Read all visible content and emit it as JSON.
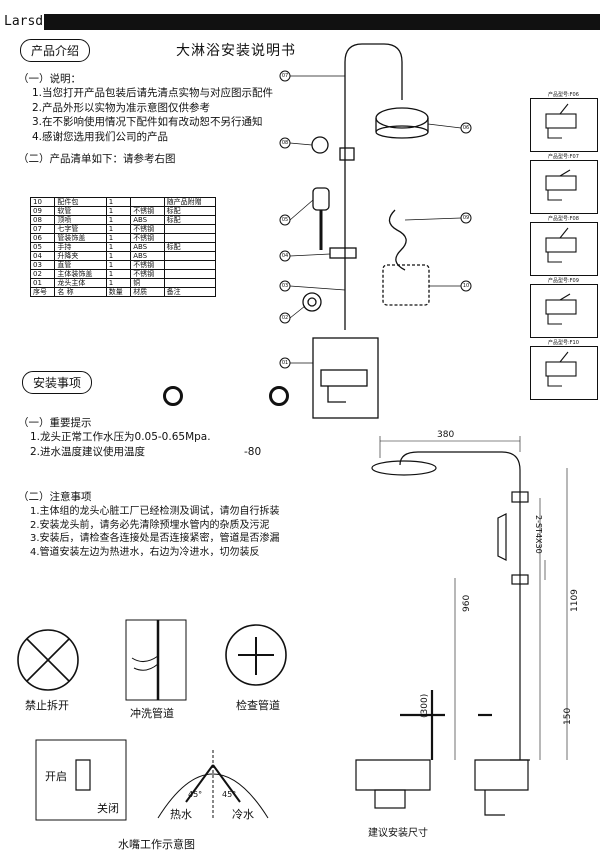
{
  "header": {
    "brand": "Larsd",
    "title": "大淋浴安装说明书"
  },
  "intro": {
    "section_label": "产品介绍",
    "notes_heading": "（一）说明：",
    "notes": [
      "1.当您打开产品包装后请先清点实物与对应图示配件",
      "2.产品外形以实物为准示意图仅供参考",
      "3.在不影响使用情况下配件如有改动恕不另行通知",
      "4.感谢您选用我们公司的产品"
    ],
    "list_heading": "（二）产品清单如下：请参考右图"
  },
  "parts_table": {
    "rows": [
      [
        "10",
        "配件包",
        "1",
        "",
        "随产品附赠"
      ],
      [
        "09",
        "软管",
        "1",
        "不锈钢",
        "标配"
      ],
      [
        "08",
        "顶喷",
        "1",
        "ABS",
        "标配"
      ],
      [
        "07",
        "七字管",
        "1",
        "不锈钢",
        ""
      ],
      [
        "06",
        "管装饰盖",
        "1",
        "不锈钢",
        ""
      ],
      [
        "05",
        "手持",
        "1",
        "ABS",
        "标配"
      ],
      [
        "04",
        "升降夹",
        "1",
        "ABS",
        ""
      ],
      [
        "03",
        "直管",
        "1",
        "不锈钢",
        ""
      ],
      [
        "02",
        "主体装饰盖",
        "1",
        "不锈钢",
        ""
      ],
      [
        "01",
        "龙头主体",
        "1",
        "铜",
        ""
      ]
    ],
    "header": [
      "序号",
      "名 称",
      "数量",
      "材质",
      "备注"
    ]
  },
  "install": {
    "section_label": "安装事项",
    "important_heading": "（一）重要提示",
    "important": [
      "1.龙头正常工作水压为0.05-0.65Mpa.",
      "2.进水温度建议使用温度"
    ],
    "temp_value": "-80",
    "notes_heading": "（二）注意事项",
    "notes": [
      "1.主体组的龙头心脏工厂已经检测及调试，请勿自行拆装",
      "2.安装龙头前，请务必先清除预埋水管内的杂质及污泥",
      "3.安装后，请检查各连接处是否连接紧密，管道是否渗漏",
      "4.管道安装左边为热进水，右边为冷进水，切勿装反"
    ]
  },
  "captions": {
    "no_disassemble": "禁止拆开",
    "flush_pipe": "冲洗管道",
    "check_pipe": "检查管道",
    "open": "开启",
    "close": "关闭",
    "hot": "热水",
    "cold": "冷水",
    "angle_left": "45°",
    "angle_right": "45°",
    "spout_caption": "水嘴工作示意图",
    "install_size": "建议安装尺寸"
  },
  "callouts": [
    "07",
    "08",
    "06",
    "09",
    "05",
    "04",
    "03",
    "10",
    "02",
    "01"
  ],
  "models": [
    "产品型号:F06",
    "产品型号:F07",
    "产品型号:F08",
    "产品型号:F09",
    "产品型号:F10"
  ],
  "dimensions": {
    "width": "380",
    "thread": "2-ST4X30",
    "h1": "960",
    "h2": "1109",
    "h3": "(300)",
    "h4": "150"
  }
}
